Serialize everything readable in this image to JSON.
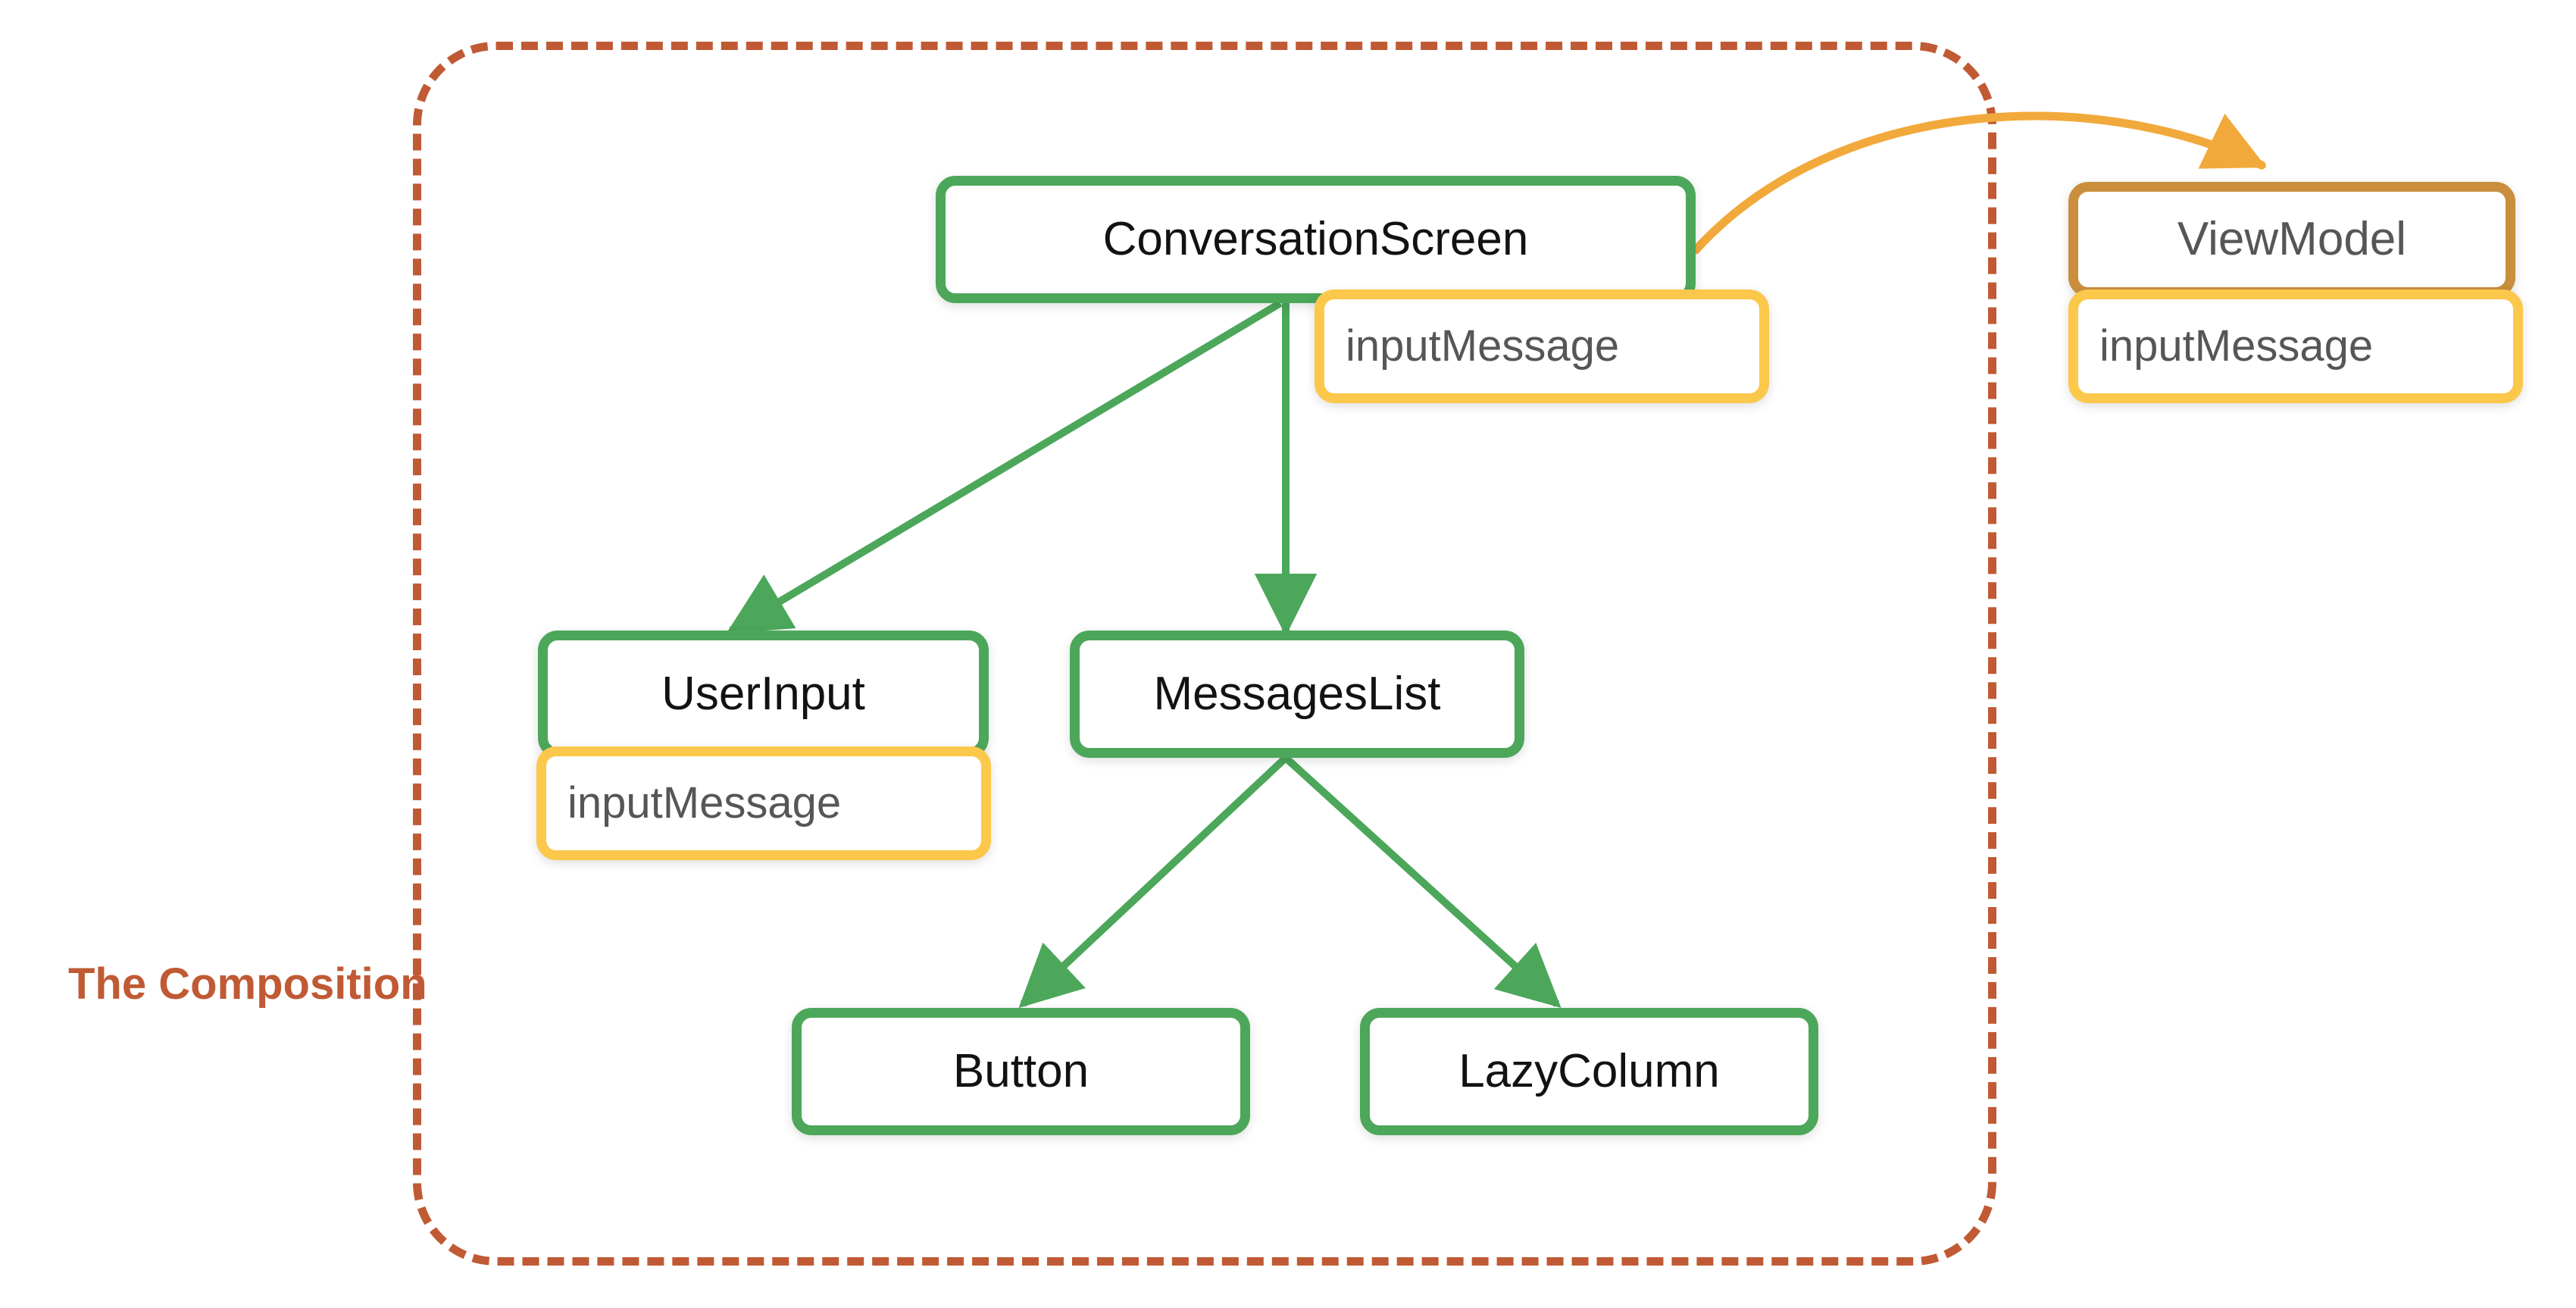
{
  "diagram": {
    "title": "The Composition",
    "colors": {
      "composable_border": "#4CA75A",
      "viewmodel_border": "#C98F3D",
      "state_border": "#FBC84B",
      "boundary": "#C05A34",
      "edge_green": "#4CA75A",
      "edge_orange": "#F2A93B",
      "node_text": "#121212",
      "state_text": "#565656",
      "background": "#FFFFFF"
    },
    "boundary": {
      "caption": "The Composition"
    },
    "nodes": [
      {
        "id": "conversation-screen",
        "label": "ConversationScreen",
        "kind": "composable"
      },
      {
        "id": "conversation-screen-state",
        "label": "inputMessage",
        "kind": "state"
      },
      {
        "id": "view-model",
        "label": "ViewModel",
        "kind": "viewmodel"
      },
      {
        "id": "view-model-state",
        "label": "inputMessage",
        "kind": "state"
      },
      {
        "id": "user-input",
        "label": "UserInput",
        "kind": "composable"
      },
      {
        "id": "user-input-state",
        "label": "inputMessage",
        "kind": "state"
      },
      {
        "id": "messages-list",
        "label": "MessagesList",
        "kind": "composable"
      },
      {
        "id": "button",
        "label": "Button",
        "kind": "composable"
      },
      {
        "id": "lazy-column",
        "label": "LazyColumn",
        "kind": "composable"
      }
    ],
    "edges": [
      {
        "from": "conversation-screen",
        "to": "view-model",
        "style": "curved",
        "color": "#F2A93B"
      },
      {
        "from": "conversation-screen",
        "to": "user-input",
        "style": "straight",
        "color": "#4CA75A"
      },
      {
        "from": "conversation-screen",
        "to": "messages-list",
        "style": "straight",
        "color": "#4CA75A"
      },
      {
        "from": "messages-list",
        "to": "button",
        "style": "straight",
        "color": "#4CA75A"
      },
      {
        "from": "messages-list",
        "to": "lazy-column",
        "style": "straight",
        "color": "#4CA75A"
      }
    ]
  }
}
